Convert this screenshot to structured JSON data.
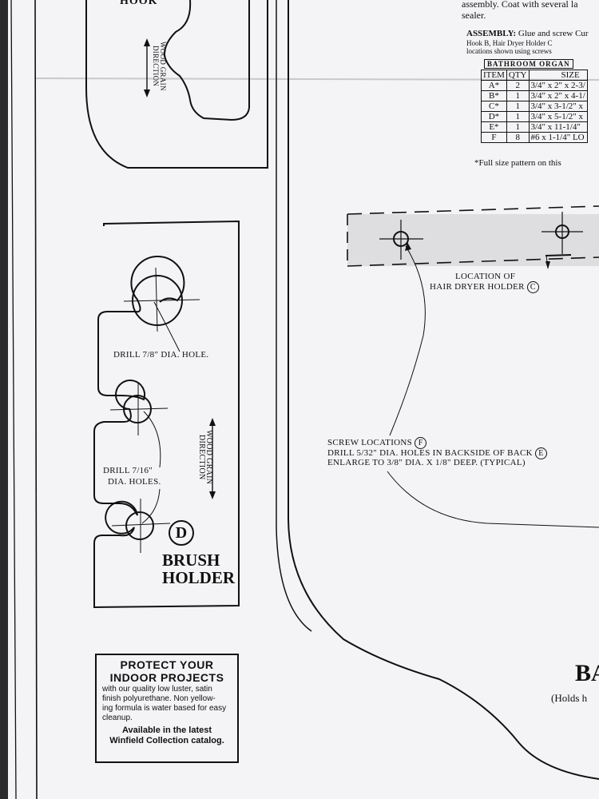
{
  "top_fragments": {
    "hook_label": "HOOK",
    "assembly_text_line1": "assembly.  Coat with several la",
    "assembly_text_line2": "sealer.",
    "assembly_heading": "ASSEMBLY:",
    "assembly_body_line1": "Glue and screw Cur",
    "assembly_body_line2": "Hook B, Hair Dryer Holder C",
    "assembly_body_line3": "locations shown using screws"
  },
  "wood_grain": {
    "line1": "WOOD GRAIN",
    "line2": "DIRECTION"
  },
  "parts_table": {
    "caption": "BATHROOM ORGAN",
    "headers": [
      "ITEM",
      "QTY",
      "SIZE"
    ],
    "rows": [
      [
        "A*",
        "2",
        "3/4\" x 2\" x 2-3/"
      ],
      [
        "B*",
        "1",
        "3/4\" x 2\" x 4-1/"
      ],
      [
        "C*",
        "1",
        "3/4\" x 3-1/2\" x"
      ],
      [
        "D*",
        "1",
        "3/4\" x 5-1/2\" x"
      ],
      [
        "E*",
        "1",
        "3/4\" x 11-1/4\""
      ],
      [
        "F",
        "8",
        "#6  x 1-1/4\" LO"
      ]
    ],
    "footnote": "*Full size pattern on this"
  },
  "brush_holder": {
    "drill_large": "DRILL 7/8\" DIA. HOLE.",
    "drill_small_line1": "DRILL 7/16\"",
    "drill_small_line2": "DIA. HOLES.",
    "part_letter": "D",
    "title_line1": "BRUSH",
    "title_line2": "HOLDER"
  },
  "back_piece": {
    "location_line1": "LOCATION OF",
    "location_line2": "HAIR DRYER HOLDER",
    "location_letter": "C",
    "screw_line1": "SCREW LOCATIONS",
    "screw_letter": "F",
    "screw_line2": "DRILL 5/32\" DIA. HOLES IN BACKSIDE OF BACK",
    "back_letter": "E",
    "screw_line3": "ENLARGE TO 3/8\" DIA. X 1/8\" DEEP.  (TYPICAL)",
    "title_fragment": "BA",
    "subtitle_fragment": "(Holds h"
  },
  "promo_box": {
    "heading_line1": "PROTECT YOUR",
    "heading_line2": "INDOOR PROJECTS",
    "body_line1": "with our quality low luster, satin",
    "body_line2": "finish polyurethane.  Non yellow-",
    "body_line3": "ing formula is water based for easy",
    "body_line4": "cleanup.",
    "footer_line1": "Available in the latest",
    "footer_line2": "Winfield Collection catalog."
  }
}
